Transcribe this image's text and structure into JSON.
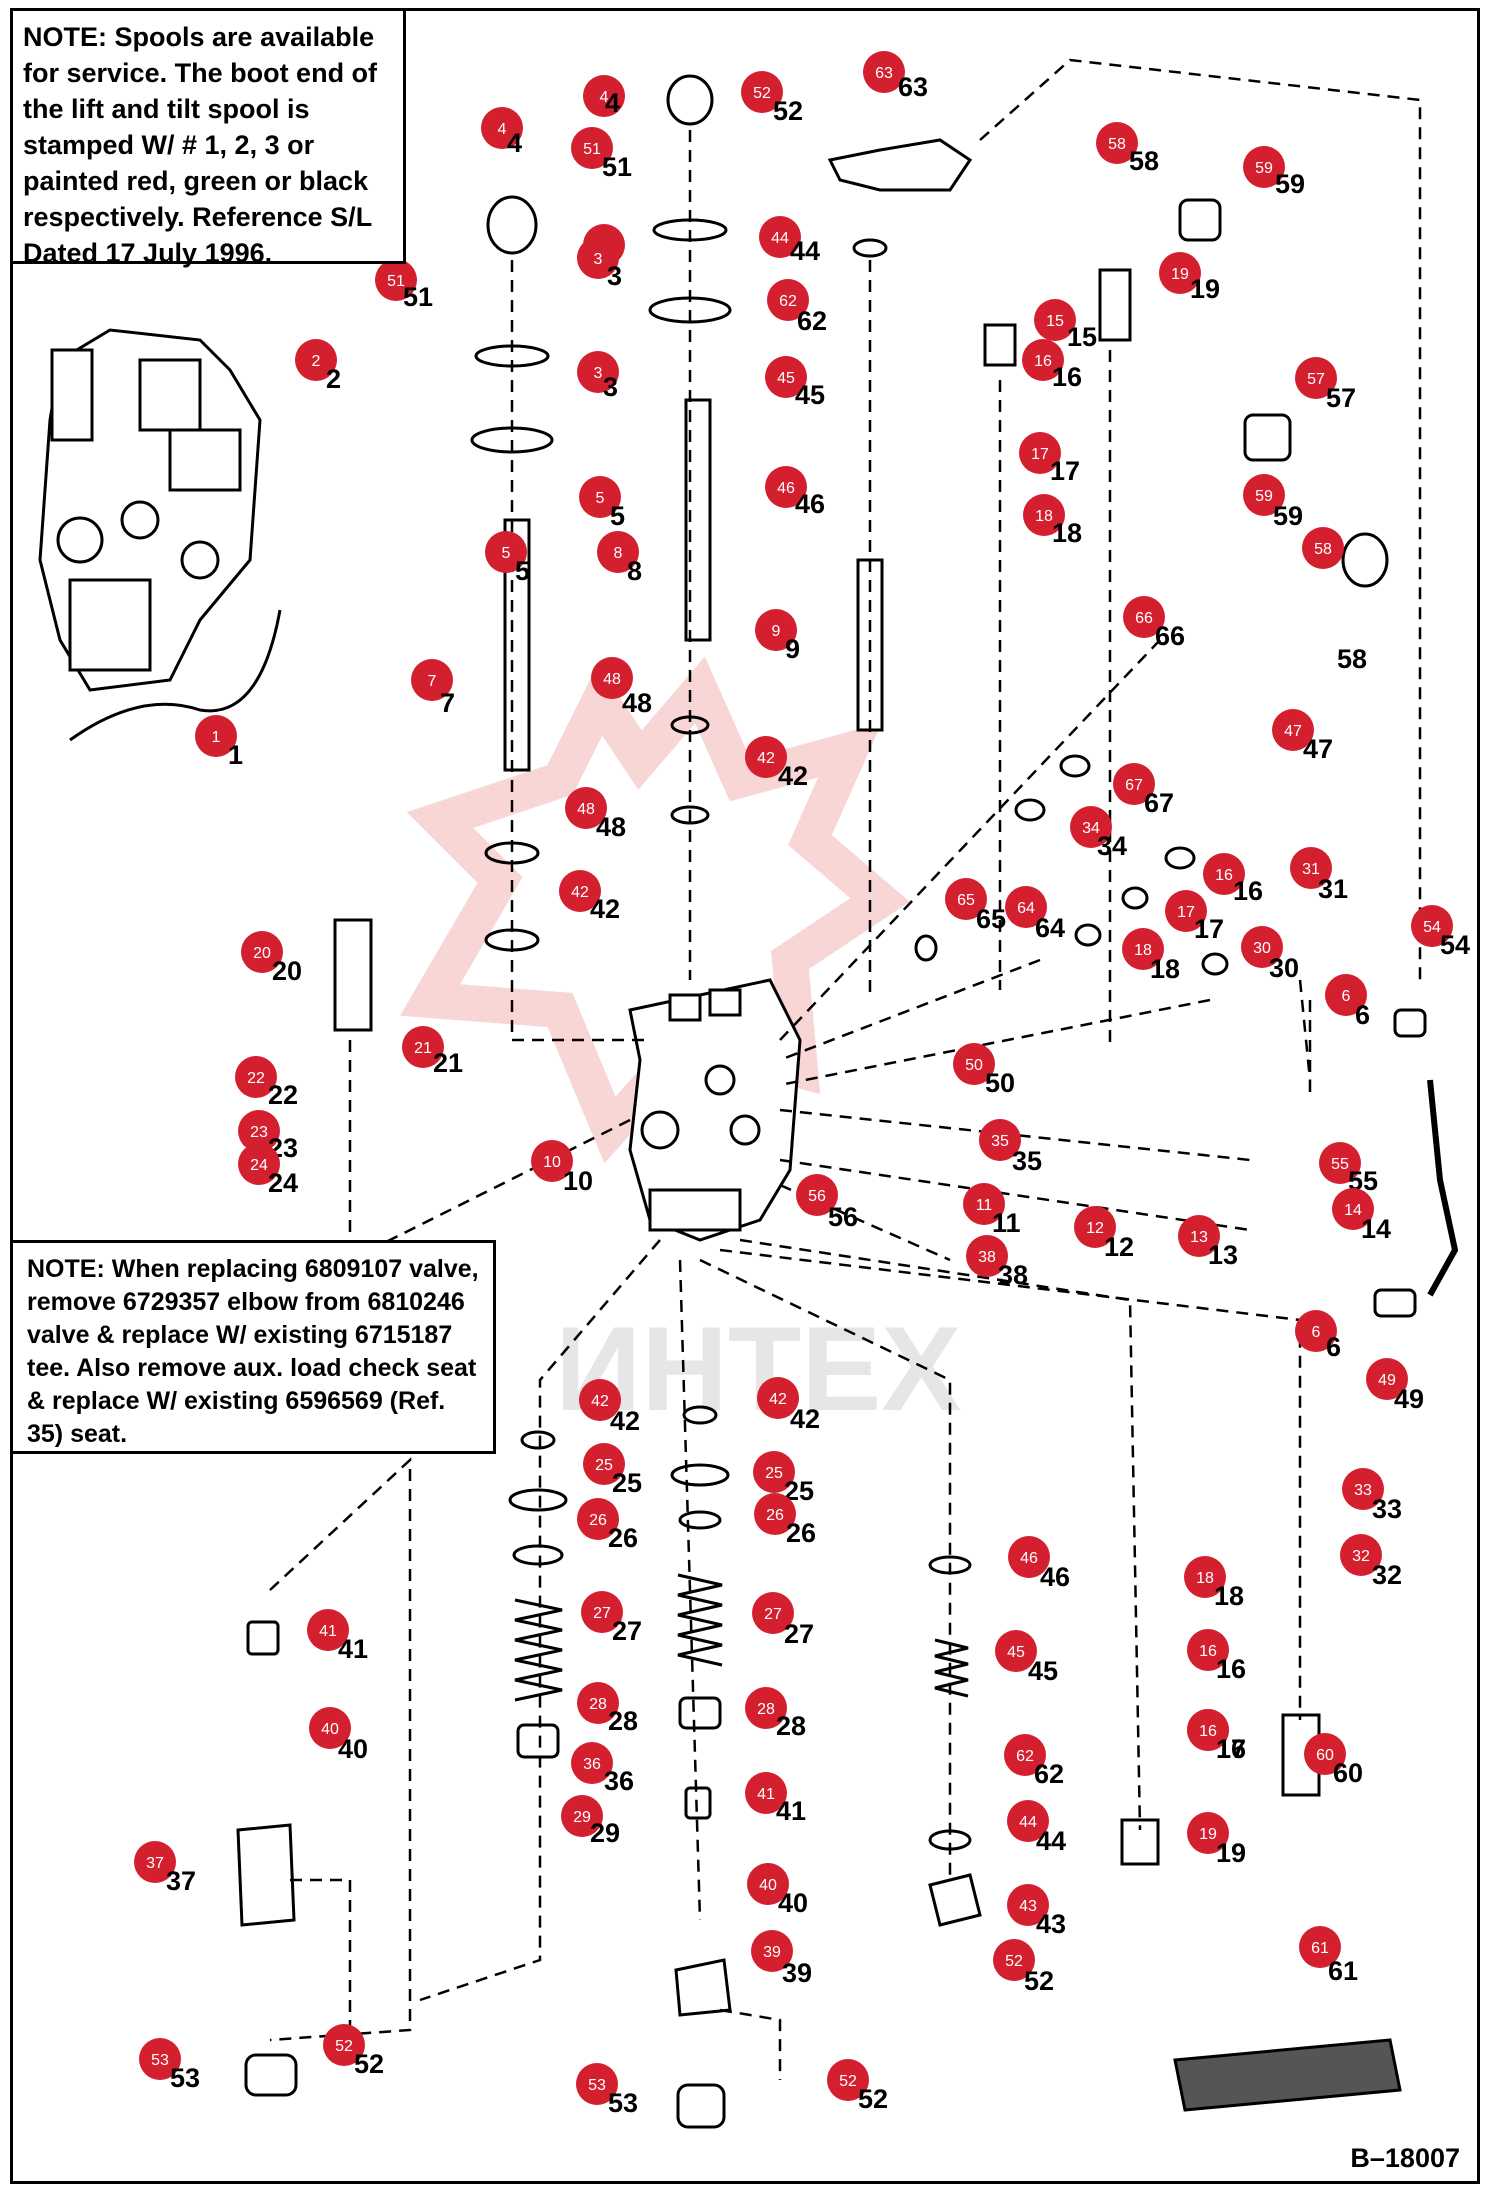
{
  "notes": {
    "top": {
      "label": "NOTE:",
      "text": "Spools are available for service. The boot end of the lift and tilt spool is stamped W/ # 1, 2, 3 or painted red, green or black respectively. Reference S/L Dated 17 July 1996."
    },
    "bottom": {
      "label": "NOTE:",
      "text": "When replacing 6809107 valve, remove 6729357 elbow from 6810246 valve & replace W/ existing 6715187 tee. Also remove aux. load check seat & replace W/ existing 6596569 (Ref. 35) seat."
    }
  },
  "watermark": "ИНТЕХ",
  "doc_id": "B–18007",
  "colors": {
    "badge": "#d41f2f",
    "badge_text": "#ffffff",
    "line": "#000000",
    "watermark": "#f3b5b5"
  },
  "callouts": [
    "4",
    "4",
    "52",
    "63",
    "51",
    "58",
    "59",
    "4",
    "51",
    "3",
    "44",
    "3",
    "62",
    "19",
    "15",
    "2",
    "16",
    "45",
    "57",
    "5",
    "17",
    "46",
    "59",
    "5",
    "8",
    "18",
    "9",
    "66",
    "7",
    "48",
    "58",
    "1",
    "47",
    "42",
    "67",
    "48",
    "34",
    "16",
    "31",
    "42",
    "65",
    "64",
    "17",
    "54",
    "20",
    "18",
    "30",
    "6",
    "50",
    "21",
    "22",
    "35",
    "23",
    "10",
    "24",
    "55",
    "56",
    "11",
    "12",
    "14",
    "13",
    "38",
    "6",
    "49",
    "42",
    "42",
    "25",
    "25",
    "26",
    "26",
    "33",
    "46",
    "32",
    "18",
    "27",
    "27",
    "41",
    "16",
    "17",
    "45",
    "28",
    "28",
    "40",
    "16",
    "60",
    "36",
    "62",
    "41",
    "29",
    "44",
    "37",
    "19",
    "40",
    "43",
    "39",
    "61",
    "52",
    "52",
    "53",
    "53",
    "52"
  ]
}
